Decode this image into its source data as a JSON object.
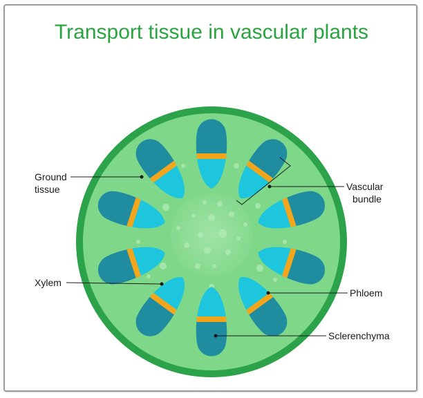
{
  "title": "Transport tissue in vascular plants",
  "labels": {
    "ground_tissue_line1": "Ground",
    "ground_tissue_line2": "tissue",
    "vascular_bundle_line1": "Vascular",
    "vascular_bundle_line2": "bundle",
    "xylem": "Xylem",
    "phloem": "Phloem",
    "sclerenchyma": "Sclerenchyma"
  },
  "colors": {
    "title": "#2aa341",
    "outer_ring": "#2ca24a",
    "ground_tissue": "#7fd88a",
    "pith": "#9fe3a4",
    "xylem": "#1f8ca0",
    "phloem": "#1ec6dd",
    "cambium": "#f3a51c"
  },
  "vascular_bundle_count": 10
}
